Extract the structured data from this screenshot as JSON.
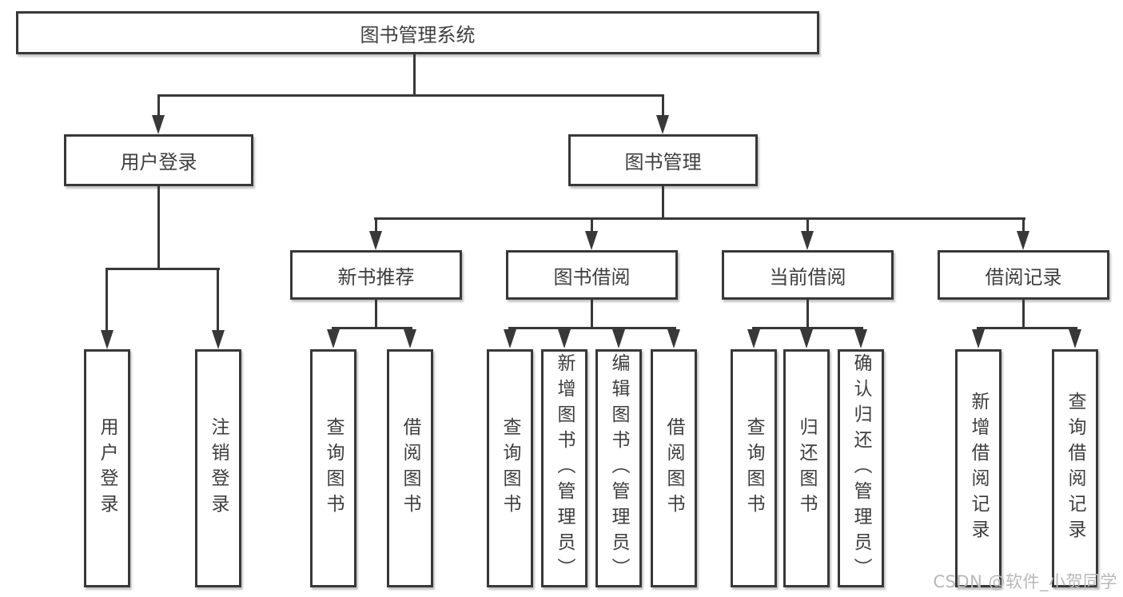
{
  "diagram_title": "图书管理系统",
  "colors": {
    "stroke": "#383838",
    "node_text": "#3e3e3e",
    "background": "#ffffff",
    "watermark_text": "#b8b8b8"
  },
  "watermark": "CSDN @软件_小贺同学",
  "nodes": {
    "root": "图书管理系统",
    "user_login": "用户登录",
    "book_management": "图书管理",
    "new_book_recommendation": "新书推荐",
    "book_borrowing": "图书借阅",
    "current_borrowing": "当前借阅",
    "borrowing_records": "借阅记录",
    "leaf_user_login": "用户登录",
    "leaf_logout_login": "注销登录",
    "leaf_recommend_query_books": "查询图书",
    "leaf_recommend_borrow_books": "借阅图书",
    "leaf_borrowing_query_books": "查询图书",
    "leaf_borrowing_add_books_admin": "新增图书（管理员）",
    "leaf_borrowing_edit_books_admin": "编辑图书（管理员）",
    "leaf_borrowing_borrow_books": "借阅图书",
    "leaf_current_query_books": "查询图书",
    "leaf_current_return_books": "归还图书",
    "leaf_current_confirm_return_admin": "确认归还（管理员）",
    "leaf_records_add_record": "新增借阅记录",
    "leaf_records_query_record": "查询借阅记录"
  }
}
